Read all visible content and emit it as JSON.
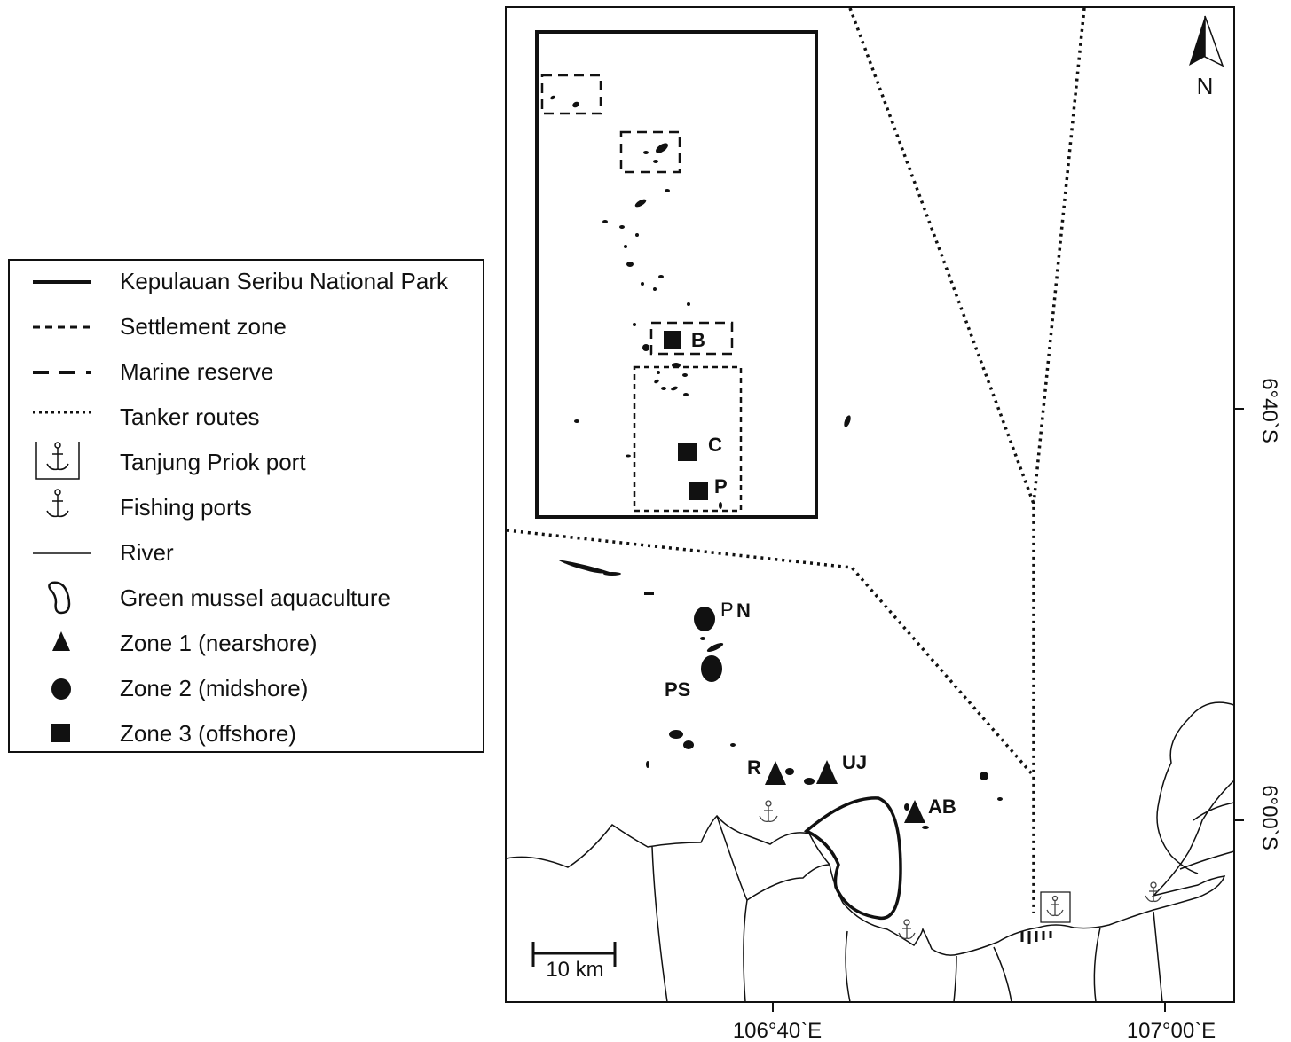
{
  "legend": {
    "items": [
      {
        "symbol": "solid-thick-line",
        "label": "Kepulauan Seribu National Park"
      },
      {
        "symbol": "short-dash-line",
        "label": "Settlement zone"
      },
      {
        "symbol": "long-dash-line",
        "label": "Marine reserve"
      },
      {
        "symbol": "dotted-line",
        "label": "Tanker routes"
      },
      {
        "symbol": "boxed-anchor-icon",
        "label": "Tanjung Priok port"
      },
      {
        "symbol": "anchor-icon",
        "label": "Fishing ports"
      },
      {
        "symbol": "thin-line",
        "label": "River"
      },
      {
        "symbol": "closed-outline",
        "label": "Green mussel aquaculture"
      },
      {
        "symbol": "triangle",
        "label": "Zone 1 (nearshore)"
      },
      {
        "symbol": "circle",
        "label": "Zone 2 (midshore)"
      },
      {
        "symbol": "square",
        "label": "Zone 3 (offshore)"
      }
    ]
  },
  "map": {
    "north_label": "N",
    "scale_label": "10 km",
    "lon_ticks": [
      "106°40`E",
      "107°00`E"
    ],
    "lat_ticks": [
      "6°40`S",
      "6°00`S"
    ],
    "sites": {
      "zone1": [
        "R",
        "UJ",
        "AB"
      ],
      "zone2": [
        "N",
        "PS"
      ],
      "zone2_marker_letter": "P",
      "zone3": [
        "B",
        "C",
        "P"
      ]
    }
  }
}
